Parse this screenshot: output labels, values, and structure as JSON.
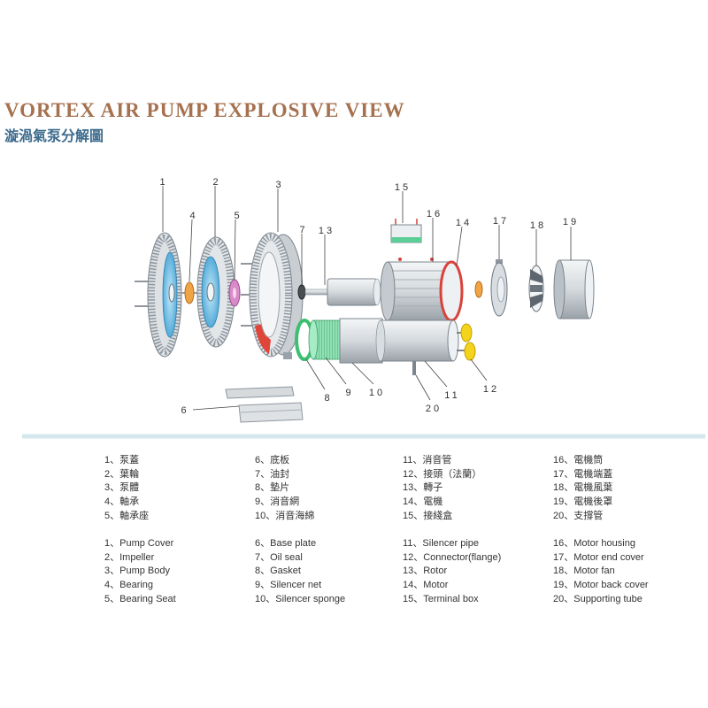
{
  "title": "VORTEX AIR PUMP EXPLOSIVE VIEW",
  "subtitle": "漩渦氣泵分解圖",
  "colors": {
    "title": "#a5714f",
    "subtitle": "#3d6b8c",
    "text": "#333333"
  },
  "callouts": [
    "1",
    "2",
    "3",
    "4",
    "5",
    "6",
    "7",
    "8",
    "9",
    "10",
    "11",
    "12",
    "13",
    "14",
    "15",
    "16",
    "17",
    "18",
    "19",
    "20"
  ],
  "legend_zh": [
    [
      "1、泵蓋",
      "2、葉輪",
      "3、泵體",
      "4、軸承",
      "5、軸承座"
    ],
    [
      "6、底板",
      "7、油封",
      "8、墊片",
      "9、消音網",
      "10、消音海綿"
    ],
    [
      "11、消音管",
      "12、接頭（法蘭）",
      "13、轉子",
      "14、電機",
      "15、接綫盒"
    ],
    [
      "16、電機筒",
      "17、電機端蓋",
      "18、電機風葉",
      "19、電機後罩",
      "20、支撐管"
    ]
  ],
  "legend_en": [
    [
      "1、Pump Cover",
      "2、Impeller",
      "3、Pump Body",
      "4、Bearing",
      "5、Bearing Seat"
    ],
    [
      "6、Base plate",
      "7、Oil seal",
      "8、Gasket",
      "9、Silencer net",
      "10、Silencer sponge"
    ],
    [
      "11、Silencer pipe",
      "12、Connector(flange)",
      "13、Rotor",
      "14、Motor",
      "15、Terminal box"
    ],
    [
      "16、Motor housing",
      "17、Motor end cover",
      "18、Motor fan",
      "19、Motor back cover",
      "20、Supporting tube"
    ]
  ]
}
